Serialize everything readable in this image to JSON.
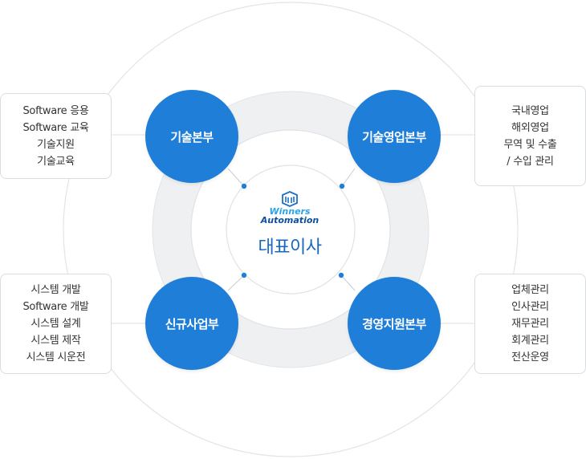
{
  "center": {
    "logo_line1": "Winners",
    "logo_line2": "Automation",
    "title": "대표이사"
  },
  "divisions": {
    "top_left": {
      "name": "기술본부",
      "items": [
        "Software 응용",
        "Software 교육",
        "기술지원",
        "기술교육"
      ]
    },
    "top_right": {
      "name": "기술영업본부",
      "items": [
        "국내영업",
        "해외영업",
        "무역 및 수출",
        "/ 수입 관리"
      ]
    },
    "bottom_left": {
      "name": "신규사업부",
      "items": [
        "시스템 개발",
        "Software 개발",
        "시스템 설계",
        "시스템 제작",
        "시스템 시운전"
      ]
    },
    "bottom_right": {
      "name": "경영지원본부",
      "items": [
        "업체관리",
        "인사관리",
        "재무관리",
        "회계관리",
        "전산운영"
      ]
    }
  },
  "colors": {
    "node_blue": "#1f7ed8",
    "ring_gray": "#eef0f2",
    "line_gray": "#dcdfe3",
    "title_blue": "#1766c2"
  }
}
